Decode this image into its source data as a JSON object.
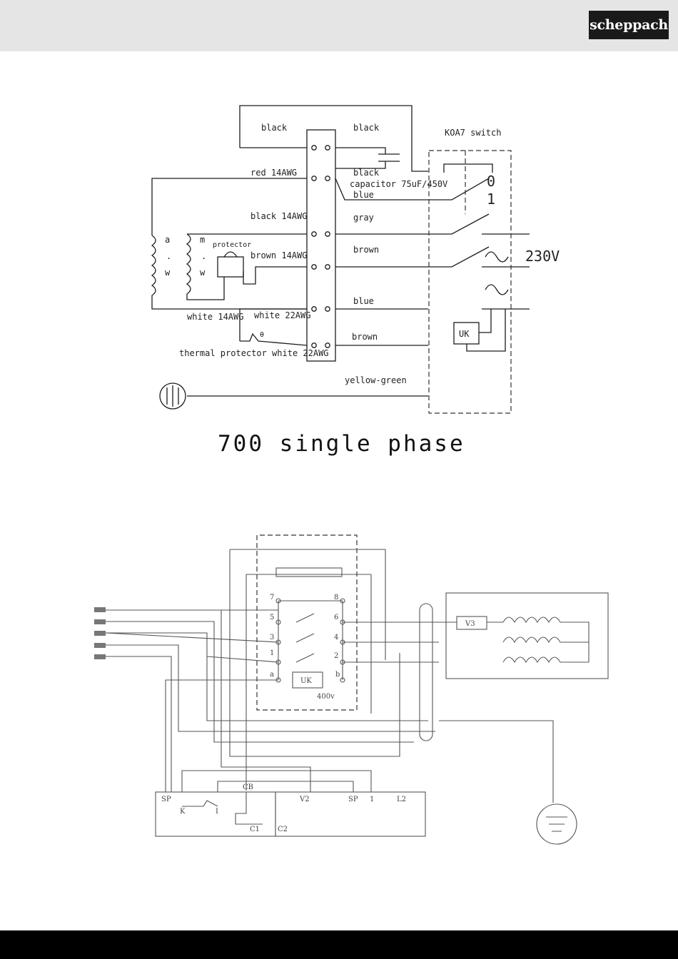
{
  "header": {
    "logo_text": "scheppach"
  },
  "diagram1": {
    "title": "700 single phase",
    "switch_label": "KOA7 switch",
    "voltage": "230V",
    "switch_positions": [
      "0",
      "1"
    ],
    "left_labels": [
      "black",
      "red 14AWG",
      "black 14AWG",
      "brown 14AWG",
      "white 14AWG",
      "white 22AWG",
      "thermal protector  white 22AWG"
    ],
    "right_labels": [
      "black",
      "black",
      "capacitor 75uF/450V",
      "blue",
      "gray",
      "brown",
      "blue",
      "brown",
      "yellow-green"
    ],
    "winding_main": [
      "a",
      ".",
      "w"
    ],
    "winding_aux": [
      "m",
      ".",
      "w"
    ],
    "protector_label": "protector",
    "theta": "θ",
    "relay": "UK"
  },
  "diagram2": {
    "terminal_numbers_left": [
      "7",
      "5",
      "3",
      "1",
      "a"
    ],
    "terminal_numbers_right": [
      "8",
      "6",
      "4",
      "2",
      "b"
    ],
    "relay": "UK",
    "relay_voltage": "400v",
    "component_v3": "V3",
    "left_box_labels": [
      "SP",
      "K",
      "I",
      "CB",
      "C1",
      "C2"
    ],
    "right_box_labels": [
      "V2",
      "SP",
      "1",
      "L2"
    ]
  },
  "colors": {
    "header": "#e5e5e5",
    "footer": "#000000",
    "logo_bg": "#1a1a1a"
  }
}
